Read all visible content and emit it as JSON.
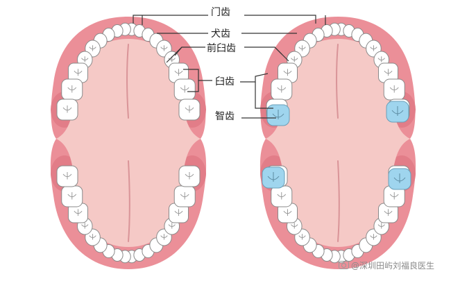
{
  "labels": {
    "incisor": "门齿",
    "canine": "犬齿",
    "premolar": "前臼齿",
    "molar": "臼齿",
    "wisdom": "智齿"
  },
  "watermark": "@深圳田屿刘福良医生",
  "colors": {
    "gum": "#eb8f98",
    "gum_dark": "#e27d88",
    "palate": "#f5c9c6",
    "palate_fold": "#d99498",
    "tooth": "#ffffff",
    "tooth_outline": "#8a8a8a",
    "wisdom_tooth": "#9fd5ee",
    "leader_line": "#333333"
  },
  "arches": {
    "left": "without wisdom teeth",
    "right": "with wisdom teeth highlighted"
  }
}
